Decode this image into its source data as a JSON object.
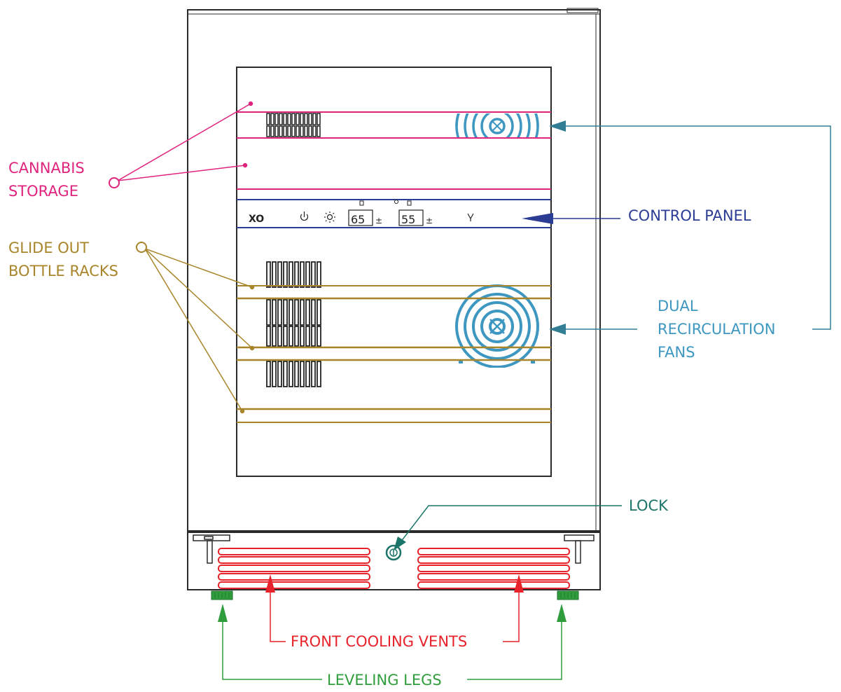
{
  "labels": {
    "cannabis_storage": [
      "CANNABIS",
      "STORAGE"
    ],
    "glide_out_bottle_racks": [
      "GLIDE OUT",
      "BOTTLE RACKS"
    ],
    "control_panel": "CONTROL PANEL",
    "dual_recirculation_fans": [
      "DUAL",
      "RECIRCULATION",
      "FANS"
    ],
    "lock": "LOCK",
    "front_cooling_vents": "FRONT COOLING VENTS",
    "leveling_legs": "LEVELING LEGS"
  },
  "control_panel_display": {
    "logo": "XO",
    "power_icon": "power-icon",
    "light_icon": "light-icon",
    "upper_zone_temp": "65",
    "lower_zone_temp": "55",
    "adjust_symbol": "±",
    "fan_icon": "fan-icon"
  },
  "colors": {
    "cannabis": "#e0247e",
    "glide": "#a8852a",
    "control": "#2b3c94",
    "fans": "#3d97c0",
    "fan_arrow": "#327f95",
    "lock": "#1b7468",
    "vents": "#e8222a",
    "legs": "#2f9d3c",
    "outline": "#2a2a2a"
  }
}
